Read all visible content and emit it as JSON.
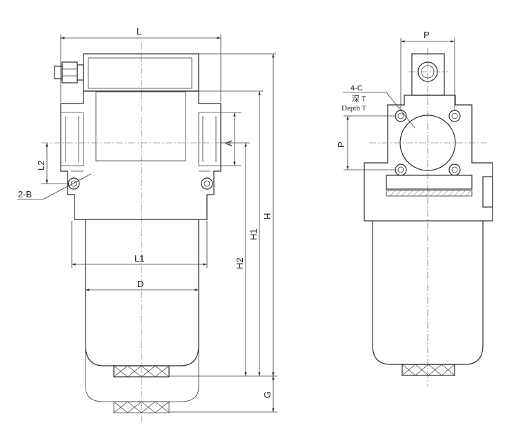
{
  "labels": {
    "L": "L",
    "L1": "L1",
    "L2": "L2",
    "D": "D",
    "A": "A",
    "H": "H",
    "H1": "H1",
    "H2": "H2",
    "G": "G",
    "B": "2-B",
    "P_top": "P",
    "P_side": "P",
    "C": "4-C",
    "depth_cn": "深 T",
    "depth_en": "Depth T"
  }
}
